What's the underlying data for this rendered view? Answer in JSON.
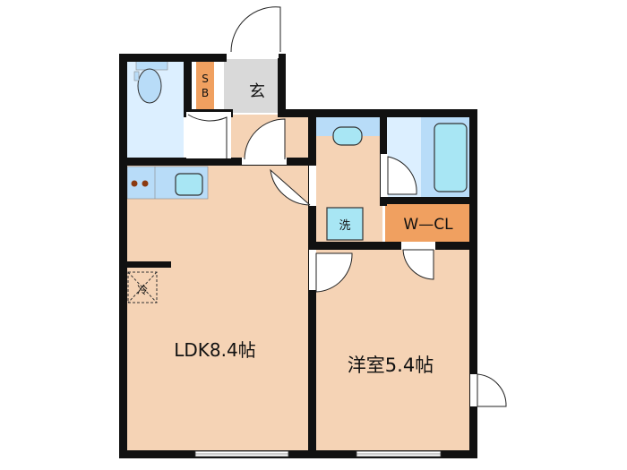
{
  "floorplan": {
    "rooms": {
      "ldk": {
        "label": "LDK8.4帖",
        "size_jo": 8.4
      },
      "western_room": {
        "label": "洋室5.4帖",
        "size_jo": 5.4
      },
      "entrance": {
        "label": "玄"
      },
      "shoe_box": {
        "label_top": "S",
        "label_bottom": "B"
      },
      "walk_in_closet": {
        "label": "W—CL"
      },
      "washer": {
        "label": "洗"
      },
      "fridge": {
        "label": "冷"
      }
    },
    "colors": {
      "wall": "#111111",
      "floor_wood": "#f5d3b5",
      "wet_area": "#dcefff",
      "fixture": "#a8e6f4",
      "storage": "#f0a060",
      "entrance_floor": "#d9d9d9",
      "kitchen_counter": "#b8dcf8"
    }
  }
}
